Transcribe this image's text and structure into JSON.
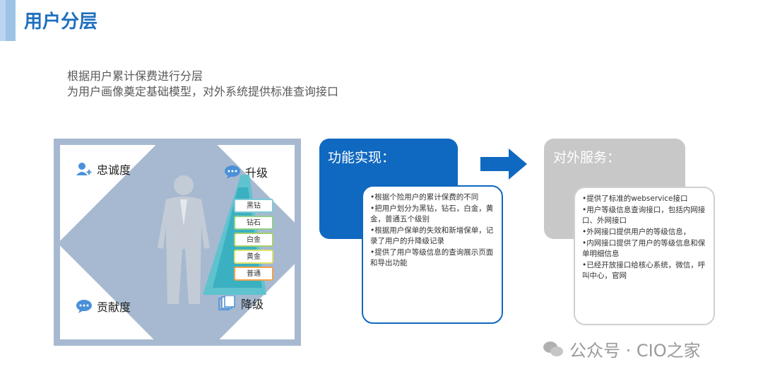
{
  "header": {
    "title": "用户分层"
  },
  "intro": {
    "line1": "根据用户累计保费进行分层",
    "line2": "为用户画像奠定基础模型，对外系统提供标准查询接口"
  },
  "segmentation": {
    "loyalty": "忠诚度",
    "contribution": "贡献度",
    "upgrade": "升级",
    "downgrade": "降级",
    "levels": [
      "黑钻",
      "钻石",
      "白金",
      "黄金",
      "普通"
    ],
    "level_colors": [
      "#7fc9d6",
      "#8fd08a",
      "#a7d36b",
      "#dfe36b",
      "#f2a24c"
    ]
  },
  "implementation": {
    "title": "功能实现：",
    "items": [
      "•根据个险用户的累计保费的不同",
      "•把用户划分为黑钻，钻石，白金，黄金，普通五个级别",
      "•根据用户保单的失效和新增保单，记录了用户的升降级记录",
      "•提供了用户等级信息的查询展示页面和导出功能"
    ]
  },
  "external": {
    "title": "对外服务：",
    "items": [
      "•提供了标准的webservice接口",
      "•用户等级信息查询接口，包括内网接口、外网接口",
      "•外网接口提供用户的等级信息，",
      "•内网接口提供了用户的等级信息和保单明细信息",
      "•已经开放接口给核心系统，微信，呼叫中心，官网"
    ]
  },
  "watermark": {
    "text": "公众号 · CIO之家"
  }
}
